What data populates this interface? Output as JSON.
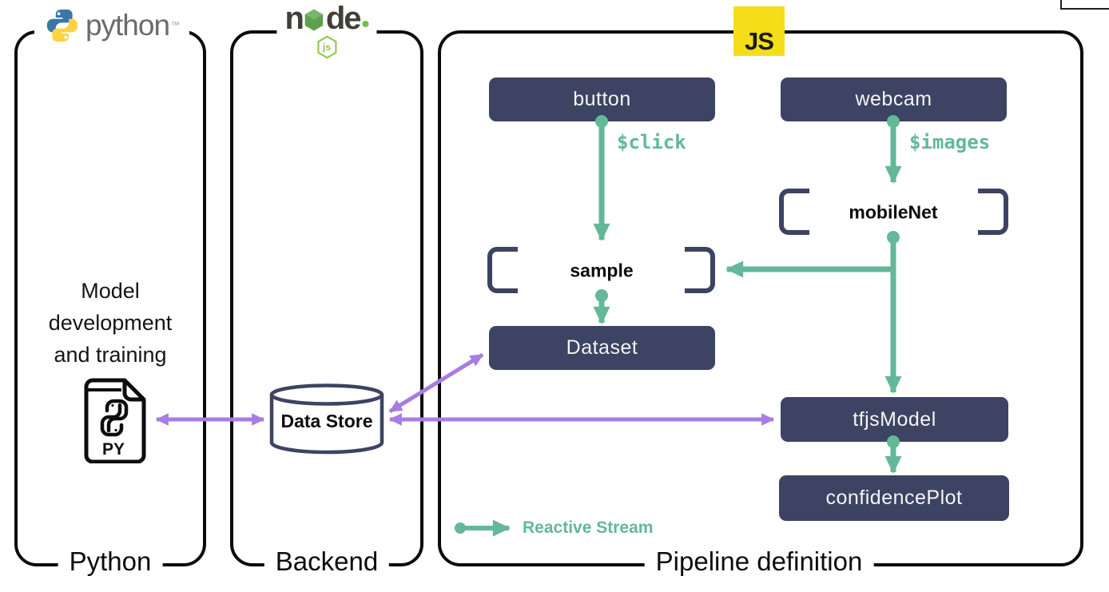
{
  "colors": {
    "node_box_navy": "#3d4362",
    "reactive_stream_green": "#63b897",
    "datastore_sync_purple": "#a87ce3",
    "js_logo_yellow": "#f5de19",
    "node_logo_green": "#5fa04e",
    "python_logo_blue": "#3a77a8",
    "python_logo_yellow": "#ffd242"
  },
  "python_panel": {
    "title": "Python",
    "logo": {
      "text": "python",
      "tm": "™"
    },
    "description_lines": [
      "Model",
      "development",
      "and training"
    ],
    "file_icon": {
      "label": "PY"
    }
  },
  "backend_panel": {
    "title": "Backend",
    "logo": {
      "prefix": "n",
      "suffix": "de",
      "badge": "js"
    },
    "datastore_label": "Data Store"
  },
  "pipeline_panel": {
    "title": "Pipeline definition",
    "logo": {
      "text": "JS"
    },
    "nodes": {
      "button": "button",
      "webcam": "webcam",
      "sample": "sample",
      "mobilenet": "mobileNet",
      "dataset": "Dataset",
      "tfjsmodel": "tfjsModel",
      "confidenceplot": "confidencePlot"
    },
    "streams": {
      "click": "$click",
      "images": "$images"
    },
    "legend": {
      "label": "Reactive Stream"
    }
  }
}
